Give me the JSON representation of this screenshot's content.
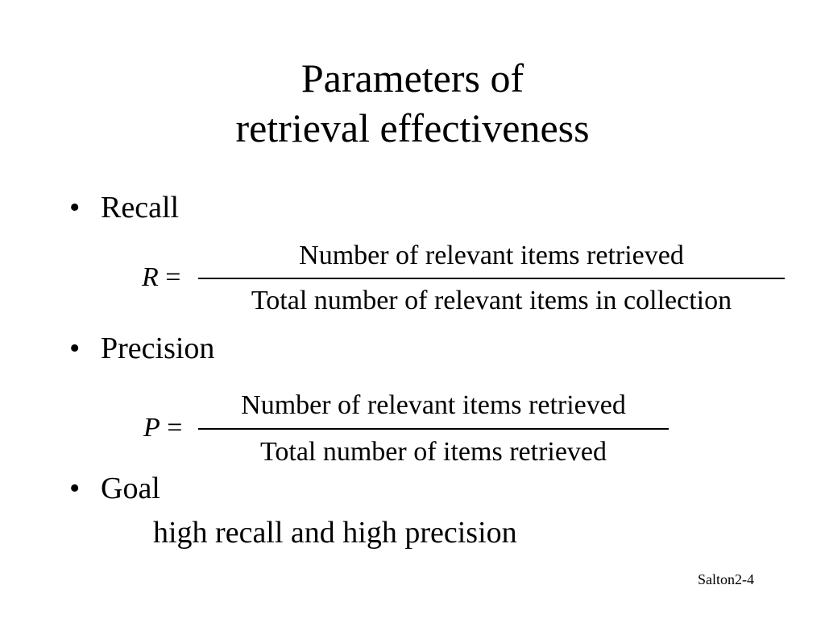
{
  "slide": {
    "title_line1": "Parameters of",
    "title_line2": "retrieval effectiveness",
    "bullet_char": "•",
    "bullets": [
      {
        "label": "Recall"
      },
      {
        "label": "Precision"
      },
      {
        "label": "Goal"
      }
    ],
    "recall_formula": {
      "variable": "R",
      "equals": "=",
      "numerator": "Number of relevant items retrieved",
      "denominator": "Total number of relevant items in collection"
    },
    "precision_formula": {
      "variable": "P",
      "equals": "=",
      "numerator": "Number of relevant items retrieved",
      "denominator": "Total number of items retrieved"
    },
    "goal_text": "high recall and high precision",
    "footer": "Salton2-4"
  }
}
